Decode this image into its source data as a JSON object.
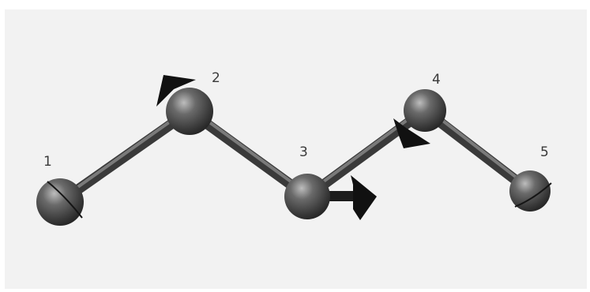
{
  "viewer": {
    "background": "#f2f2f2",
    "atom_color": "#4a4a4a",
    "bond_color": "#4f4f4f",
    "arrow_color": "#111111"
  },
  "atoms": [
    {
      "label": "1"
    },
    {
      "label": "2"
    },
    {
      "label": "3"
    },
    {
      "label": "4"
    },
    {
      "label": "5"
    }
  ],
  "bonds": [
    {
      "from": "1",
      "to": "2"
    },
    {
      "from": "2",
      "to": "3"
    },
    {
      "from": "3",
      "to": "4"
    },
    {
      "from": "4",
      "to": "5"
    }
  ],
  "vectors": [
    {
      "atom": "2",
      "icon": "cone-arrow-icon"
    },
    {
      "atom": "3",
      "icon": "cone-arrow-icon"
    },
    {
      "atom": "4",
      "icon": "cone-arrow-icon"
    }
  ]
}
